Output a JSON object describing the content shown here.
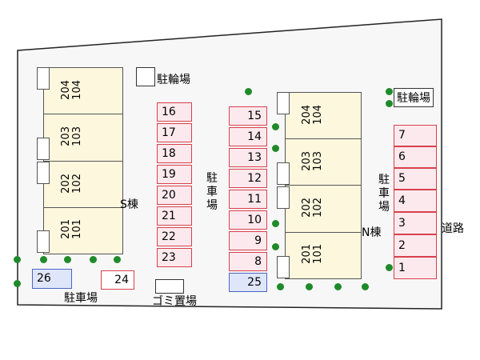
{
  "labels": {
    "bicycle_parking_1": "駐輪場",
    "bicycle_parking_2": "駐輪場",
    "parking_center": "駐車場",
    "parking_right": "駐車場",
    "parking_bottom": "駐車場",
    "garbage": "ゴミ置場",
    "road": "道路",
    "building_s": "S棟",
    "building_n": "N棟"
  },
  "building_s_units": [
    "204",
    "104",
    "203",
    "103",
    "202",
    "102",
    "201",
    "101"
  ],
  "building_n_units": [
    "204",
    "104",
    "203",
    "103",
    "202",
    "102",
    "201",
    "101"
  ],
  "parking_col_left": [
    "16",
    "17",
    "18",
    "19",
    "20",
    "21",
    "22",
    "23"
  ],
  "parking_col_mid": [
    "15",
    "14",
    "13",
    "12",
    "11",
    "10",
    "9",
    "8",
    "25"
  ],
  "parking_col_right": [
    "7",
    "6",
    "5",
    "4",
    "3",
    "2",
    "1"
  ],
  "parking_bottom": [
    "26",
    "24"
  ],
  "colors": {
    "site_bg": "#f7f7f7",
    "slot_red": "#d8404c",
    "slot_blue": "#4a66c6",
    "tree": "#1f8a2a",
    "building": "#fcf7dd"
  }
}
